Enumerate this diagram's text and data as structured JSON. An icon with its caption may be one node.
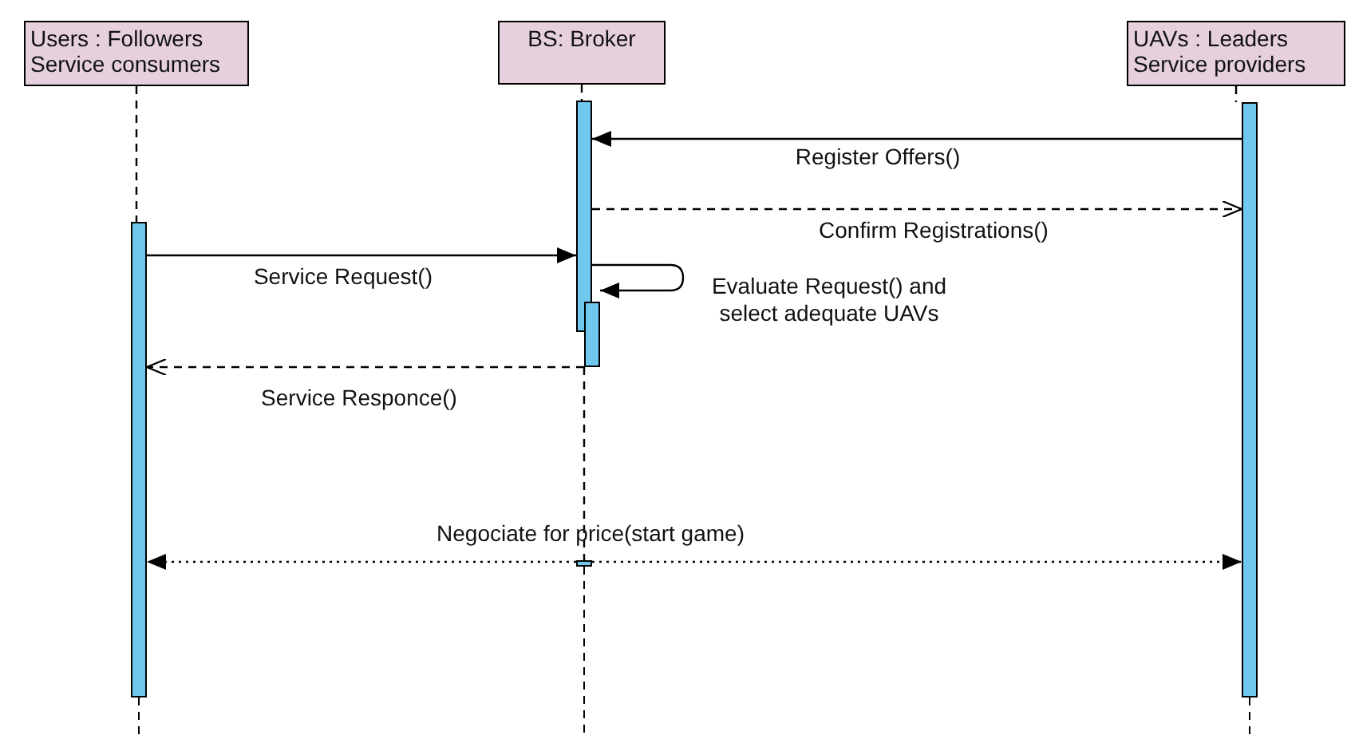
{
  "diagram": {
    "nodes": [
      {
        "text": [
          "Users : Followers Service consumers"
        ]
      },
      {
        "text": [
          "BS: Broker"
        ]
      },
      {
        "text": [
          "UAVs : Leaders Service providers"
        ]
      },
      {
        "text": [],
        "shape": "bar"
      },
      {
        "text": [],
        "shape": "bar"
      },
      {
        "text": [],
        "shape": "bar"
      },
      {
        "text": [],
        "shape": "bar"
      },
      {
        "text": [],
        "shape": "bar"
      }
    ],
    "edges": [
      {
        "from": 0,
        "to": 3,
        "arrow": "none",
        "style": "dashed"
      },
      {
        "from": 1,
        "to": 4,
        "arrow": "none",
        "style": "dashed"
      },
      {
        "from": 2,
        "to": 6,
        "arrow": "none",
        "style": "dashed"
      },
      {
        "from": 6,
        "to": 4,
        "arrow": "to",
        "label": "Register Offers()"
      },
      {
        "from": 4,
        "to": 6,
        "arrow": "to",
        "label": "Confirm Registrations()",
        "style": "dashed"
      },
      {
        "from": 3,
        "to": 4,
        "arrow": "to",
        "label": "Service Request()"
      },
      {
        "from": 4,
        "to": 5,
        "arrow": "to",
        "label": "Evaluate Request() and select adequate UAVs"
      },
      {
        "from": 5,
        "to": 3,
        "arrow": "to",
        "label": "Service Responce()",
        "style": "dashed"
      },
      {
        "from": 5,
        "to": 7,
        "arrow": "none",
        "style": "dashed"
      },
      {
        "from": 7,
        "to": 3,
        "arrow": "to",
        "style": "dashed"
      },
      {
        "from": 7,
        "to": 6,
        "arrow": "to",
        "label": "Negociate for price(start game)",
        "style": "dashed"
      }
    ]
  }
}
